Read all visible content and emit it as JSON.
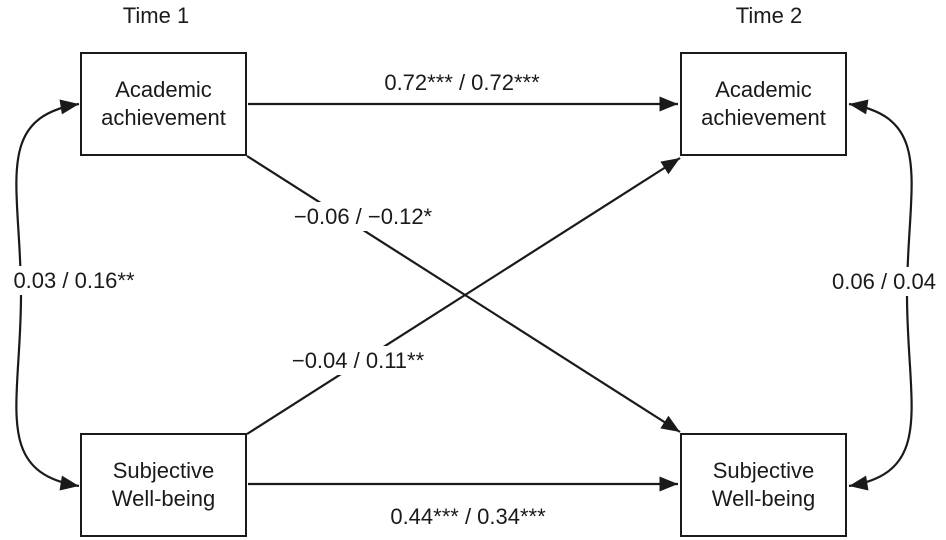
{
  "figure": {
    "background_color": "#ffffff",
    "line_color": "#1a1a1a",
    "columns": [
      {
        "label": "Time 1"
      },
      {
        "label": "Time 2"
      }
    ],
    "nodes": {
      "t1_academic": {
        "line1": "Academic",
        "line2": "achievement"
      },
      "t1_swb": {
        "line1": "Subjective",
        "line2": "Well-being"
      },
      "t2_academic": {
        "line1": "Academic",
        "line2": "achievement"
      },
      "t2_swb": {
        "line1": "Subjective",
        "line2": "Well-being"
      }
    },
    "paths": {
      "academic_stability": {
        "from": "t1_academic",
        "to": "t2_academic",
        "label": "0.72*** / 0.72***"
      },
      "swb_stability": {
        "from": "t1_swb",
        "to": "t2_swb",
        "label": "0.44*** / 0.34***"
      },
      "academic_to_swb": {
        "from": "t1_academic",
        "to": "t2_swb",
        "label": "−0.06 / −0.12*"
      },
      "swb_to_academic": {
        "from": "t1_swb",
        "to": "t2_academic",
        "label": "−0.04 / 0.11**"
      },
      "time1_correlation": {
        "between": [
          "t1_academic",
          "t1_swb"
        ],
        "label": "0.03 / 0.16**"
      },
      "time2_correlation": {
        "between": [
          "t2_academic",
          "t2_swb"
        ],
        "label": "0.06 / 0.04"
      }
    }
  }
}
